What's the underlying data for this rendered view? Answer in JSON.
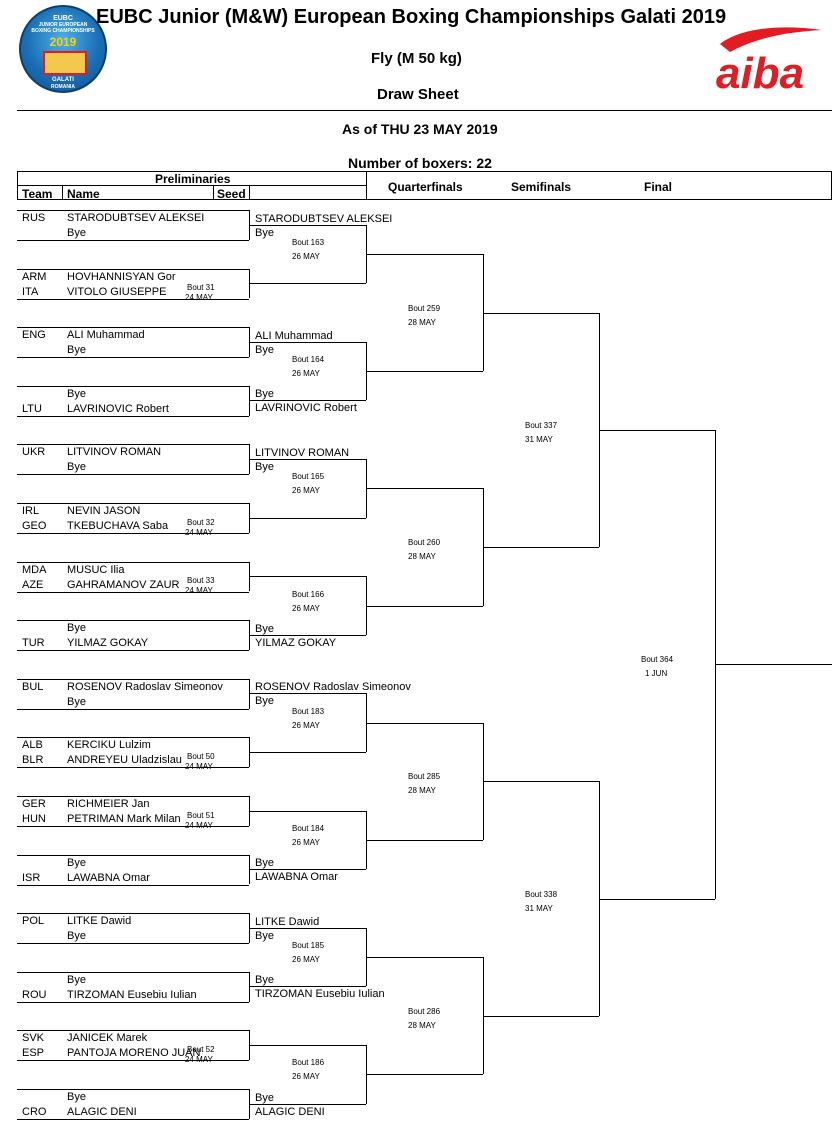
{
  "header": {
    "title": "EUBC Junior (M&W) European Boxing Championships Galati 2019",
    "weight_class": "Fly (M 50 kg)",
    "sheet_type": "Draw Sheet",
    "as_of": "As of THU 23 MAY 2019",
    "num_boxers": "Number of boxers: 22"
  },
  "logo": {
    "line1": "EUBC",
    "line2": "JUNIOR EUROPEAN",
    "line3": "BOXING CHAMPIONSHIPS",
    "year": "2019",
    "city": "GALATI",
    "country": "ROMANIA",
    "brand": "aiba",
    "brand_color": "#e31b23",
    "logo_blue": "#1b6fb5"
  },
  "columns": {
    "preliminaries": "Preliminaries",
    "team": "Team",
    "name": "Name",
    "seed": "Seed",
    "quarterfinals": "Quarterfinals",
    "semifinals": "Semifinals",
    "final": "Final"
  },
  "entries": [
    {
      "team": "RUS",
      "name": "STARODUBTSEV ALEKSEI"
    },
    {
      "team": "",
      "name": "Bye"
    },
    {
      "team": "ARM",
      "name": "HOVHANNISYAN Gor"
    },
    {
      "team": "ITA",
      "name": "VITOLO GIUSEPPE"
    },
    {
      "team": "ENG",
      "name": "ALI Muhammad"
    },
    {
      "team": "",
      "name": "Bye"
    },
    {
      "team": "",
      "name": "Bye"
    },
    {
      "team": "LTU",
      "name": "LAVRINOVIC Robert"
    },
    {
      "team": "UKR",
      "name": "LITVINOV ROMAN"
    },
    {
      "team": "",
      "name": "Bye"
    },
    {
      "team": "IRL",
      "name": "NEVIN JASON"
    },
    {
      "team": "GEO",
      "name": "TKEBUCHAVA Saba"
    },
    {
      "team": "MDA",
      "name": "MUSUC Ilia"
    },
    {
      "team": "AZE",
      "name": "GAHRAMANOV ZAUR"
    },
    {
      "team": "",
      "name": "Bye"
    },
    {
      "team": "TUR",
      "name": "YILMAZ GOKAY"
    },
    {
      "team": "BUL",
      "name": "ROSENOV Radoslav Simeonov"
    },
    {
      "team": "",
      "name": "Bye"
    },
    {
      "team": "ALB",
      "name": "KERCIKU Lulzim"
    },
    {
      "team": "BLR",
      "name": "ANDREYEU Uladzislau"
    },
    {
      "team": "GER",
      "name": "RICHMEIER Jan"
    },
    {
      "team": "HUN",
      "name": "PETRIMAN Mark Milan"
    },
    {
      "team": "",
      "name": "Bye"
    },
    {
      "team": "ISR",
      "name": "LAWABNA Omar"
    },
    {
      "team": "POL",
      "name": "LITKE Dawid"
    },
    {
      "team": "",
      "name": "Bye"
    },
    {
      "team": "",
      "name": "Bye"
    },
    {
      "team": "ROU",
      "name": "TIRZOMAN Eusebiu Iulian"
    },
    {
      "team": "SVK",
      "name": "JANICEK Marek"
    },
    {
      "team": "ESP",
      "name": "PANTOJA MORENO JUAN"
    },
    {
      "team": "",
      "name": "Bye"
    },
    {
      "team": "CRO",
      "name": "ALAGIC DENI"
    }
  ],
  "prelim_bouts": [
    {
      "bout": "Bout 31",
      "date": "24 MAY"
    },
    {
      "bout": "Bout 32",
      "date": "24 MAY"
    },
    {
      "bout": "Bout 33",
      "date": "24 MAY"
    },
    {
      "bout": "Bout 50",
      "date": "24 MAY"
    },
    {
      "bout": "Bout 51",
      "date": "24 MAY"
    },
    {
      "bout": "Bout 52",
      "date": "24 MAY"
    }
  ],
  "r2": [
    {
      "top": "STARODUBTSEV ALEKSEI",
      "top_sub": "Bye",
      "bot_sub": "",
      "bot": "",
      "bout": "Bout 163",
      "date": "26 MAY"
    },
    {
      "top": "ALI Muhammad",
      "top_sub": "Bye",
      "bot_sub": "Bye",
      "bot": "LAVRINOVIC Robert",
      "bout": "Bout 164",
      "date": "26 MAY"
    },
    {
      "top": "LITVINOV ROMAN",
      "top_sub": "Bye",
      "bot_sub": "",
      "bot": "",
      "bout": "Bout 165",
      "date": "26 MAY"
    },
    {
      "top": "",
      "top_sub": "",
      "bot_sub": "Bye",
      "bot": "YILMAZ GOKAY",
      "bout": "Bout 166",
      "date": "26 MAY"
    },
    {
      "top": "ROSENOV Radoslav Simeonov",
      "top_sub": "Bye",
      "bot_sub": "",
      "bot": "",
      "bout": "Bout 183",
      "date": "26 MAY"
    },
    {
      "top": "",
      "top_sub": "",
      "bot_sub": "Bye",
      "bot": "LAWABNA Omar",
      "bout": "Bout 184",
      "date": "26 MAY"
    },
    {
      "top": "LITKE Dawid",
      "top_sub": "Bye",
      "bot_sub": "Bye",
      "bot": "TIRZOMAN Eusebiu Iulian",
      "bout": "Bout 185",
      "date": "26 MAY"
    },
    {
      "top": "",
      "top_sub": "",
      "bot_sub": "Bye",
      "bot": "ALAGIC DENI",
      "bout": "Bout 186",
      "date": "26 MAY"
    }
  ],
  "qf": [
    {
      "bout": "Bout 259",
      "date": "28 MAY"
    },
    {
      "bout": "Bout 260",
      "date": "28 MAY"
    },
    {
      "bout": "Bout 285",
      "date": "28 MAY"
    },
    {
      "bout": "Bout 286",
      "date": "28 MAY"
    }
  ],
  "sf": [
    {
      "bout": "Bout 337",
      "date": "31 MAY"
    },
    {
      "bout": "Bout 338",
      "date": "31 MAY"
    }
  ],
  "final": {
    "bout": "Bout 364",
    "date": "1 JUN"
  }
}
